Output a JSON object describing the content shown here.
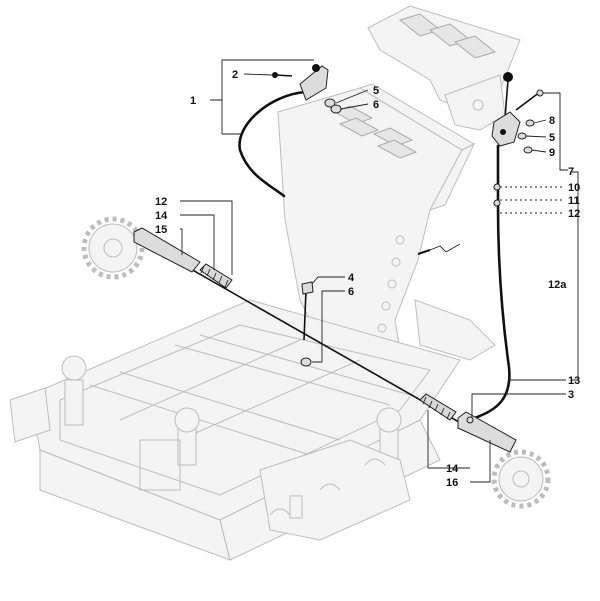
{
  "callouts": [
    {
      "id": "c1",
      "text": "1"
    },
    {
      "id": "c2",
      "text": "2"
    },
    {
      "id": "c5a",
      "text": "5"
    },
    {
      "id": "c6a",
      "text": "6"
    },
    {
      "id": "c8",
      "text": "8"
    },
    {
      "id": "c5b",
      "text": "5"
    },
    {
      "id": "c9",
      "text": "9"
    },
    {
      "id": "c7",
      "text": "7"
    },
    {
      "id": "c10",
      "text": "10"
    },
    {
      "id": "c11",
      "text": "11"
    },
    {
      "id": "c12a_r",
      "text": "12"
    },
    {
      "id": "c12a",
      "text": "12a"
    },
    {
      "id": "c12l",
      "text": "12"
    },
    {
      "id": "c14l",
      "text": "14"
    },
    {
      "id": "c15",
      "text": "15"
    },
    {
      "id": "c4",
      "text": "4"
    },
    {
      "id": "c6b",
      "text": "6"
    },
    {
      "id": "c13",
      "text": "13"
    },
    {
      "id": "c3",
      "text": "3"
    },
    {
      "id": "c14b",
      "text": "14"
    },
    {
      "id": "c16",
      "text": "16"
    }
  ],
  "colors": {
    "ink": "#111111",
    "ghost": "#bdbdbd",
    "part_fill": "#dcdcdc"
  }
}
